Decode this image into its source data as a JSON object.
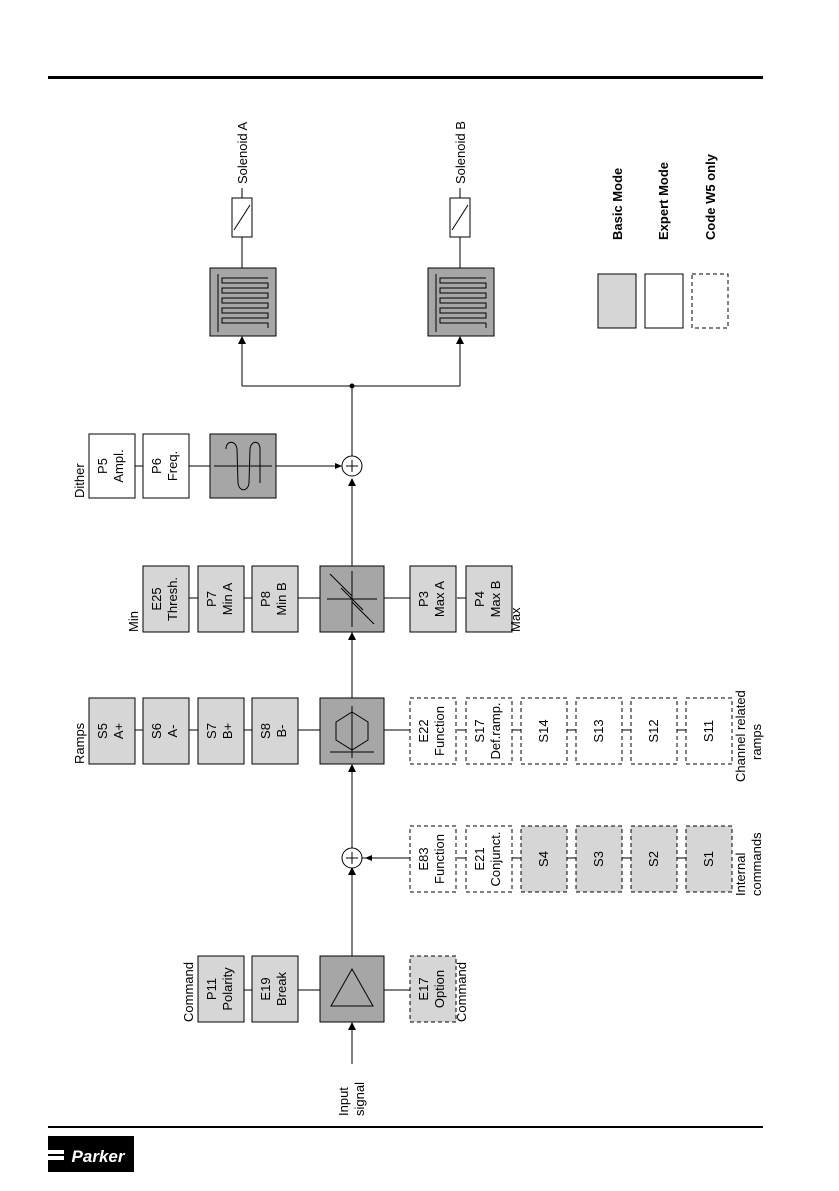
{
  "labels": {
    "solenoid_a": "Solenoid  A",
    "solenoid_b": "Solenoid B",
    "dither": "Dither",
    "min": "Min",
    "max": "Max",
    "ramps": "Ramps",
    "command_top": "Command",
    "command_bottom": "Command",
    "input_signal_1": "Input",
    "input_signal_2": "signal",
    "internal_commands_1": "Internal",
    "internal_commands_2": "commands",
    "channel_ramps_1": "Channel related",
    "channel_ramps_2": "ramps"
  },
  "blocks": {
    "p11": [
      "P11",
      "Polarity"
    ],
    "e19": [
      "E19",
      "Break"
    ],
    "e17": [
      "E17",
      "Option"
    ],
    "e83": [
      "E83",
      "Function"
    ],
    "e21": [
      "E21",
      "Conjunct."
    ],
    "s4": [
      "S4"
    ],
    "s3": [
      "S3"
    ],
    "s2": [
      "S2"
    ],
    "s1": [
      "S1"
    ],
    "s5": [
      "S5",
      "A+"
    ],
    "s6": [
      "S6",
      "A-"
    ],
    "s7": [
      "S7",
      "B+"
    ],
    "s8": [
      "S8",
      "B-"
    ],
    "e22": [
      "E22",
      "Function"
    ],
    "s17": [
      "S17",
      "Def.ramp."
    ],
    "s14": [
      "S14"
    ],
    "s13": [
      "S13"
    ],
    "s12": [
      "S12"
    ],
    "s11": [
      "S11"
    ],
    "e25": [
      "E25",
      "Thresh."
    ],
    "p7": [
      "P7",
      "Min A"
    ],
    "p8": [
      "P8",
      "Min B"
    ],
    "p3": [
      "P3",
      "Max A"
    ],
    "p4": [
      "P4",
      "Max B"
    ],
    "p5": [
      "P5",
      "Ampl."
    ],
    "p6": [
      "P6",
      "Freq."
    ]
  },
  "legend": {
    "basic": "Basic Mode",
    "expert": "Expert Mode",
    "w5": "Code W5 only"
  },
  "brand": {
    "logo_text": "Parker"
  },
  "colors": {
    "basic_fill": "#d6d6d6",
    "function_fill": "#a6a6a6",
    "line": "#000000"
  }
}
